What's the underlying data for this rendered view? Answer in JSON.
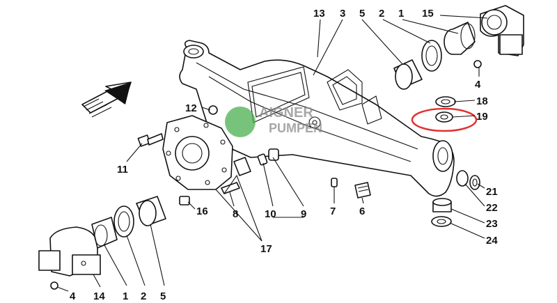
{
  "diagram": {
    "callouts": [
      {
        "id": "c13",
        "text": "13"
      },
      {
        "id": "c3t",
        "text": "3"
      },
      {
        "id": "c5t",
        "text": "5"
      },
      {
        "id": "c2t",
        "text": "2"
      },
      {
        "id": "c1t",
        "text": "1"
      },
      {
        "id": "c15",
        "text": "15"
      },
      {
        "id": "c4t",
        "text": "4"
      },
      {
        "id": "c18",
        "text": "18"
      },
      {
        "id": "c19",
        "text": "19"
      },
      {
        "id": "c12",
        "text": "12"
      },
      {
        "id": "c11",
        "text": "11"
      },
      {
        "id": "c16",
        "text": "16"
      },
      {
        "id": "c8",
        "text": "8"
      },
      {
        "id": "c10",
        "text": "10"
      },
      {
        "id": "c9",
        "text": "9"
      },
      {
        "id": "c7",
        "text": "7"
      },
      {
        "id": "c6",
        "text": "6"
      },
      {
        "id": "c21",
        "text": "21"
      },
      {
        "id": "c22",
        "text": "22"
      },
      {
        "id": "c23",
        "text": "23"
      },
      {
        "id": "c24",
        "text": "24"
      },
      {
        "id": "c17",
        "text": "17"
      },
      {
        "id": "c4b",
        "text": "4"
      },
      {
        "id": "c14",
        "text": "14"
      },
      {
        "id": "c1b",
        "text": "1"
      },
      {
        "id": "c2b",
        "text": "2"
      },
      {
        "id": "c5b",
        "text": "5"
      }
    ],
    "watermark": {
      "line1": "AIGNER",
      "line2": "PUMPEN"
    },
    "highlight": {
      "part": "19",
      "color": "#e03030"
    },
    "colors": {
      "ink": "#111111",
      "watermark_green": "#4caf50",
      "watermark_gray": "#8a8a8a",
      "background": "#ffffff"
    }
  }
}
